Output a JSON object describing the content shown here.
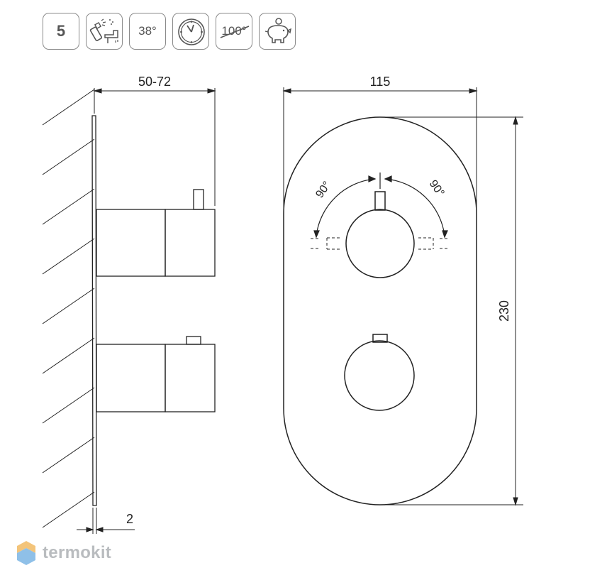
{
  "icons": {
    "flow_rate": "5",
    "temperature": "38°",
    "temperature_limit": "100°"
  },
  "dimensions": {
    "depth": "50-72",
    "width": "115",
    "height": "230",
    "plate_thickness": "2"
  },
  "angles": {
    "left": "90°",
    "right": "90°"
  },
  "watermark": {
    "text": "termokit",
    "color": "#b9bcbf",
    "logo_colors": [
      "#f3c47a",
      "#8fc0e8"
    ]
  }
}
